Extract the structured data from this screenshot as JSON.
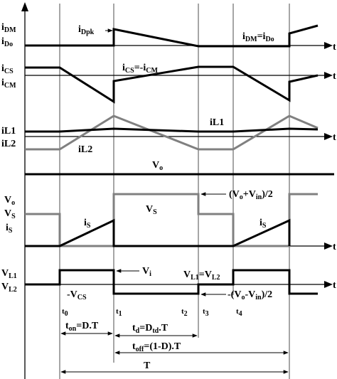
{
  "diagram": {
    "panels": {
      "dm": {
        "label_top": {
          "main": "i",
          "sub": "DM"
        },
        "label_bot": {
          "main": "i",
          "sub": "Do"
        },
        "peak_label": {
          "main": "i",
          "sub": "Dpk"
        },
        "equal_label": {
          "a": "i",
          "a_sub": "DM",
          "eq": "=i",
          "b_sub": "Do"
        },
        "axis_label": "t"
      },
      "cs": {
        "label_top": {
          "main": "i",
          "sub": "CS"
        },
        "label_bot": {
          "main": "i",
          "sub": "CM"
        },
        "equal_label": {
          "a": "i",
          "a_sub": "CS",
          "eq": "=-i",
          "b_sub": "CM"
        },
        "axis_label": "t"
      },
      "il": {
        "label_top": "iL1",
        "label_bot": "iL2",
        "curve1": "iL1",
        "curve2": "iL2",
        "axis_label": "t"
      },
      "vo": {
        "label": {
          "main": "V",
          "sub": "o"
        }
      },
      "vs": {
        "left_vo": {
          "main": "V",
          "sub": "o"
        },
        "left_vs": {
          "main": "V",
          "sub": "S"
        },
        "left_is": {
          "main": "i",
          "sub": "S"
        },
        "mid_vs": {
          "main": "V",
          "sub": "S"
        },
        "is_mark_1": {
          "main": "i",
          "sub": "S"
        },
        "is_mark_2": {
          "main": "i",
          "sub": "S"
        },
        "level_label": {
          "p1": "(V",
          "s1": "o",
          "p2": "+V",
          "s2": "in",
          "p3": ")/2"
        },
        "axis_label": "t"
      },
      "vl": {
        "label_top": {
          "main": "V",
          "sub": "L1"
        },
        "label_bot": {
          "main": "V",
          "sub": "L2"
        },
        "vi_label": {
          "main": "V",
          "sub": "i"
        },
        "equal_label": {
          "a": "V",
          "a_sub": "L1",
          "eq": "=V",
          "b_sub": "L2"
        },
        "neg_vcs": {
          "main": "-V",
          "sub": "CS"
        },
        "low_level": {
          "p1": "-(V",
          "s1": "o",
          "p2": "-V",
          "s2": "in",
          "p3": ")/2"
        },
        "axis_label": "t"
      }
    },
    "ticks": [
      {
        "main": "t",
        "sub": "0"
      },
      {
        "main": "t",
        "sub": "1"
      },
      {
        "main": "t",
        "sub": "2"
      },
      {
        "main": "t",
        "sub": "3"
      },
      {
        "main": "t",
        "sub": "4"
      }
    ],
    "intervals": {
      "ton": {
        "p1": "t",
        "s1": "on",
        "p2": "=D.T"
      },
      "td": {
        "p1": "t",
        "s1": "d",
        "p2": "=D",
        "s2": "td",
        "p3": ".T"
      },
      "toff": {
        "p1": "t",
        "s1": "off",
        "p2": "=(1-D).T"
      },
      "period": "T"
    }
  }
}
